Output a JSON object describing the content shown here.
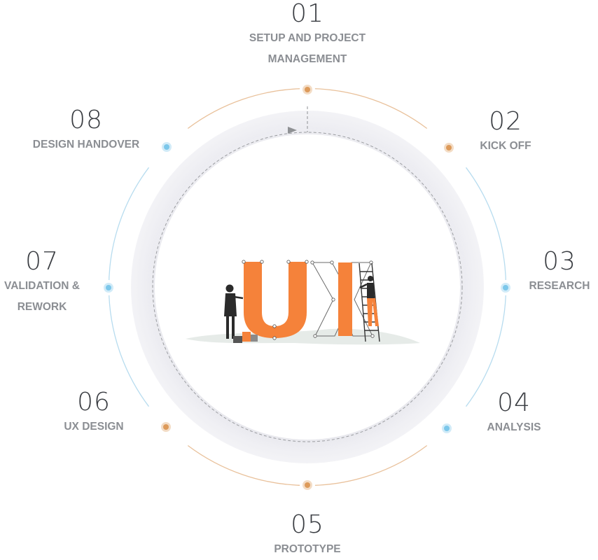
{
  "steps": [
    {
      "number": "01",
      "label": "SETUP AND PROJECT\nMANAGEMENT",
      "dot_color": "#dd9a5a"
    },
    {
      "number": "02",
      "label": "KICK OFF",
      "dot_color": "#dd9a5a"
    },
    {
      "number": "03",
      "label": "RESEARCH",
      "dot_color": "#7cc7ea"
    },
    {
      "number": "04",
      "label": "ANALYSIS",
      "dot_color": "#7cc7ea"
    },
    {
      "number": "05",
      "label": "PROTOTYPE",
      "dot_color": "#dd9a5a"
    },
    {
      "number": "06",
      "label": "UX DESIGN",
      "dot_color": "#dd9a5a"
    },
    {
      "number": "07",
      "label": "VALIDATION &\nREWORK",
      "dot_color": "#7cc7ea"
    },
    {
      "number": "08",
      "label": "DESIGN HANDOVER",
      "dot_color": "#7cc7ea"
    }
  ],
  "colors": {
    "accent_orange": "#f5823a",
    "arc_orange": "#e9c19b",
    "arc_blue": "#b7dcef",
    "ring": "#ececf1",
    "text_dark": "#3a3d42",
    "text_gray": "#8b8e93"
  },
  "illustration": {
    "caption": "UX"
  }
}
